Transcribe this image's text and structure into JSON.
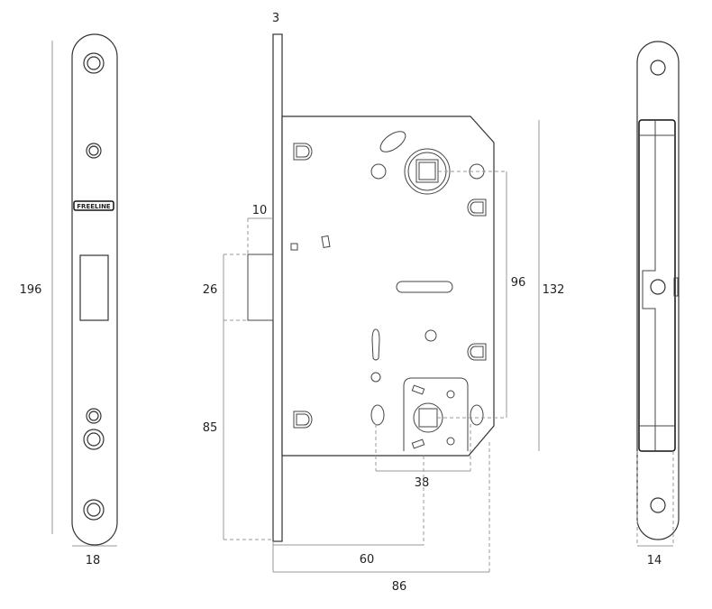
{
  "logo": "FREELINE",
  "dims": {
    "d196": "196",
    "d18": "18",
    "d3": "3",
    "d10": "10",
    "d26": "26",
    "d85": "85",
    "d96": "96",
    "d132": "132",
    "d38": "38",
    "d60": "60",
    "d86": "86",
    "d14": "14"
  }
}
